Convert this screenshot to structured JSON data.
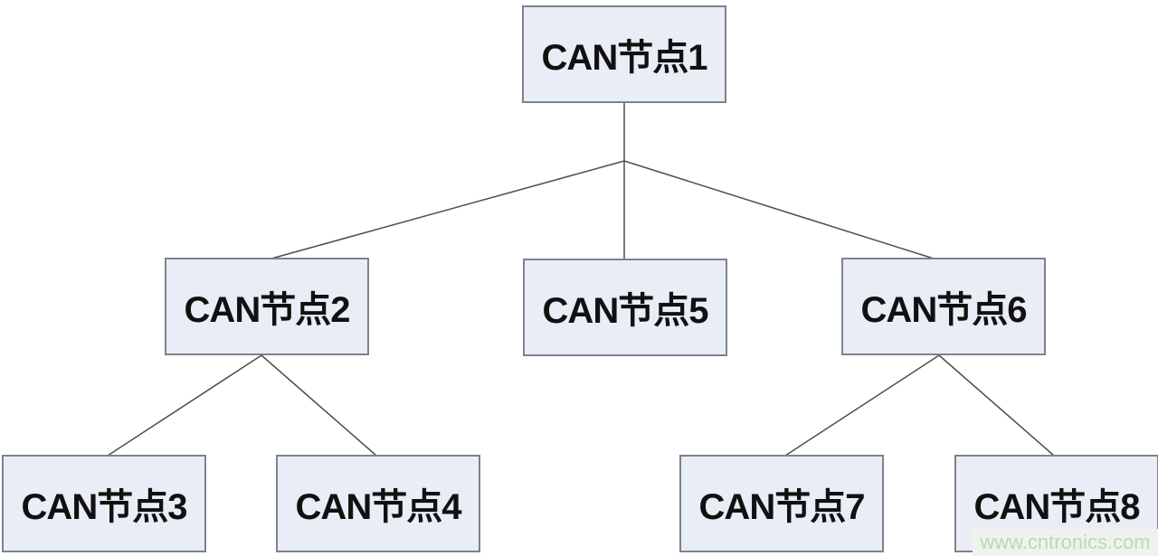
{
  "diagram": {
    "nodes": {
      "node1": {
        "label": "CAN节点1"
      },
      "node2": {
        "label": "CAN节点2"
      },
      "node3": {
        "label": "CAN节点3"
      },
      "node4": {
        "label": "CAN节点4"
      },
      "node5": {
        "label": "CAN节点5"
      },
      "node6": {
        "label": "CAN节点6"
      },
      "node7": {
        "label": "CAN节点7"
      },
      "node8": {
        "label": "CAN节点8"
      }
    },
    "edges": [
      {
        "from": "CAN节点1",
        "to": "CAN节点2"
      },
      {
        "from": "CAN节点1",
        "to": "CAN节点5"
      },
      {
        "from": "CAN节点1",
        "to": "CAN节点6"
      },
      {
        "from": "CAN节点2",
        "to": "CAN节点3"
      },
      {
        "from": "CAN节点2",
        "to": "CAN节点4"
      },
      {
        "from": "CAN节点6",
        "to": "CAN节点7"
      },
      {
        "from": "CAN节点6",
        "to": "CAN节点8"
      }
    ],
    "colors": {
      "canvas_bg": "#ffffff",
      "node_fill": "#e9edf6",
      "node_border": "#7d828c",
      "node_text": "#111111",
      "connector": "#4d4d4d",
      "watermark_text": "#b7dbb8",
      "watermark_bg": "#f1f1ef"
    }
  },
  "watermark": {
    "text": "www.cntronics.com"
  }
}
